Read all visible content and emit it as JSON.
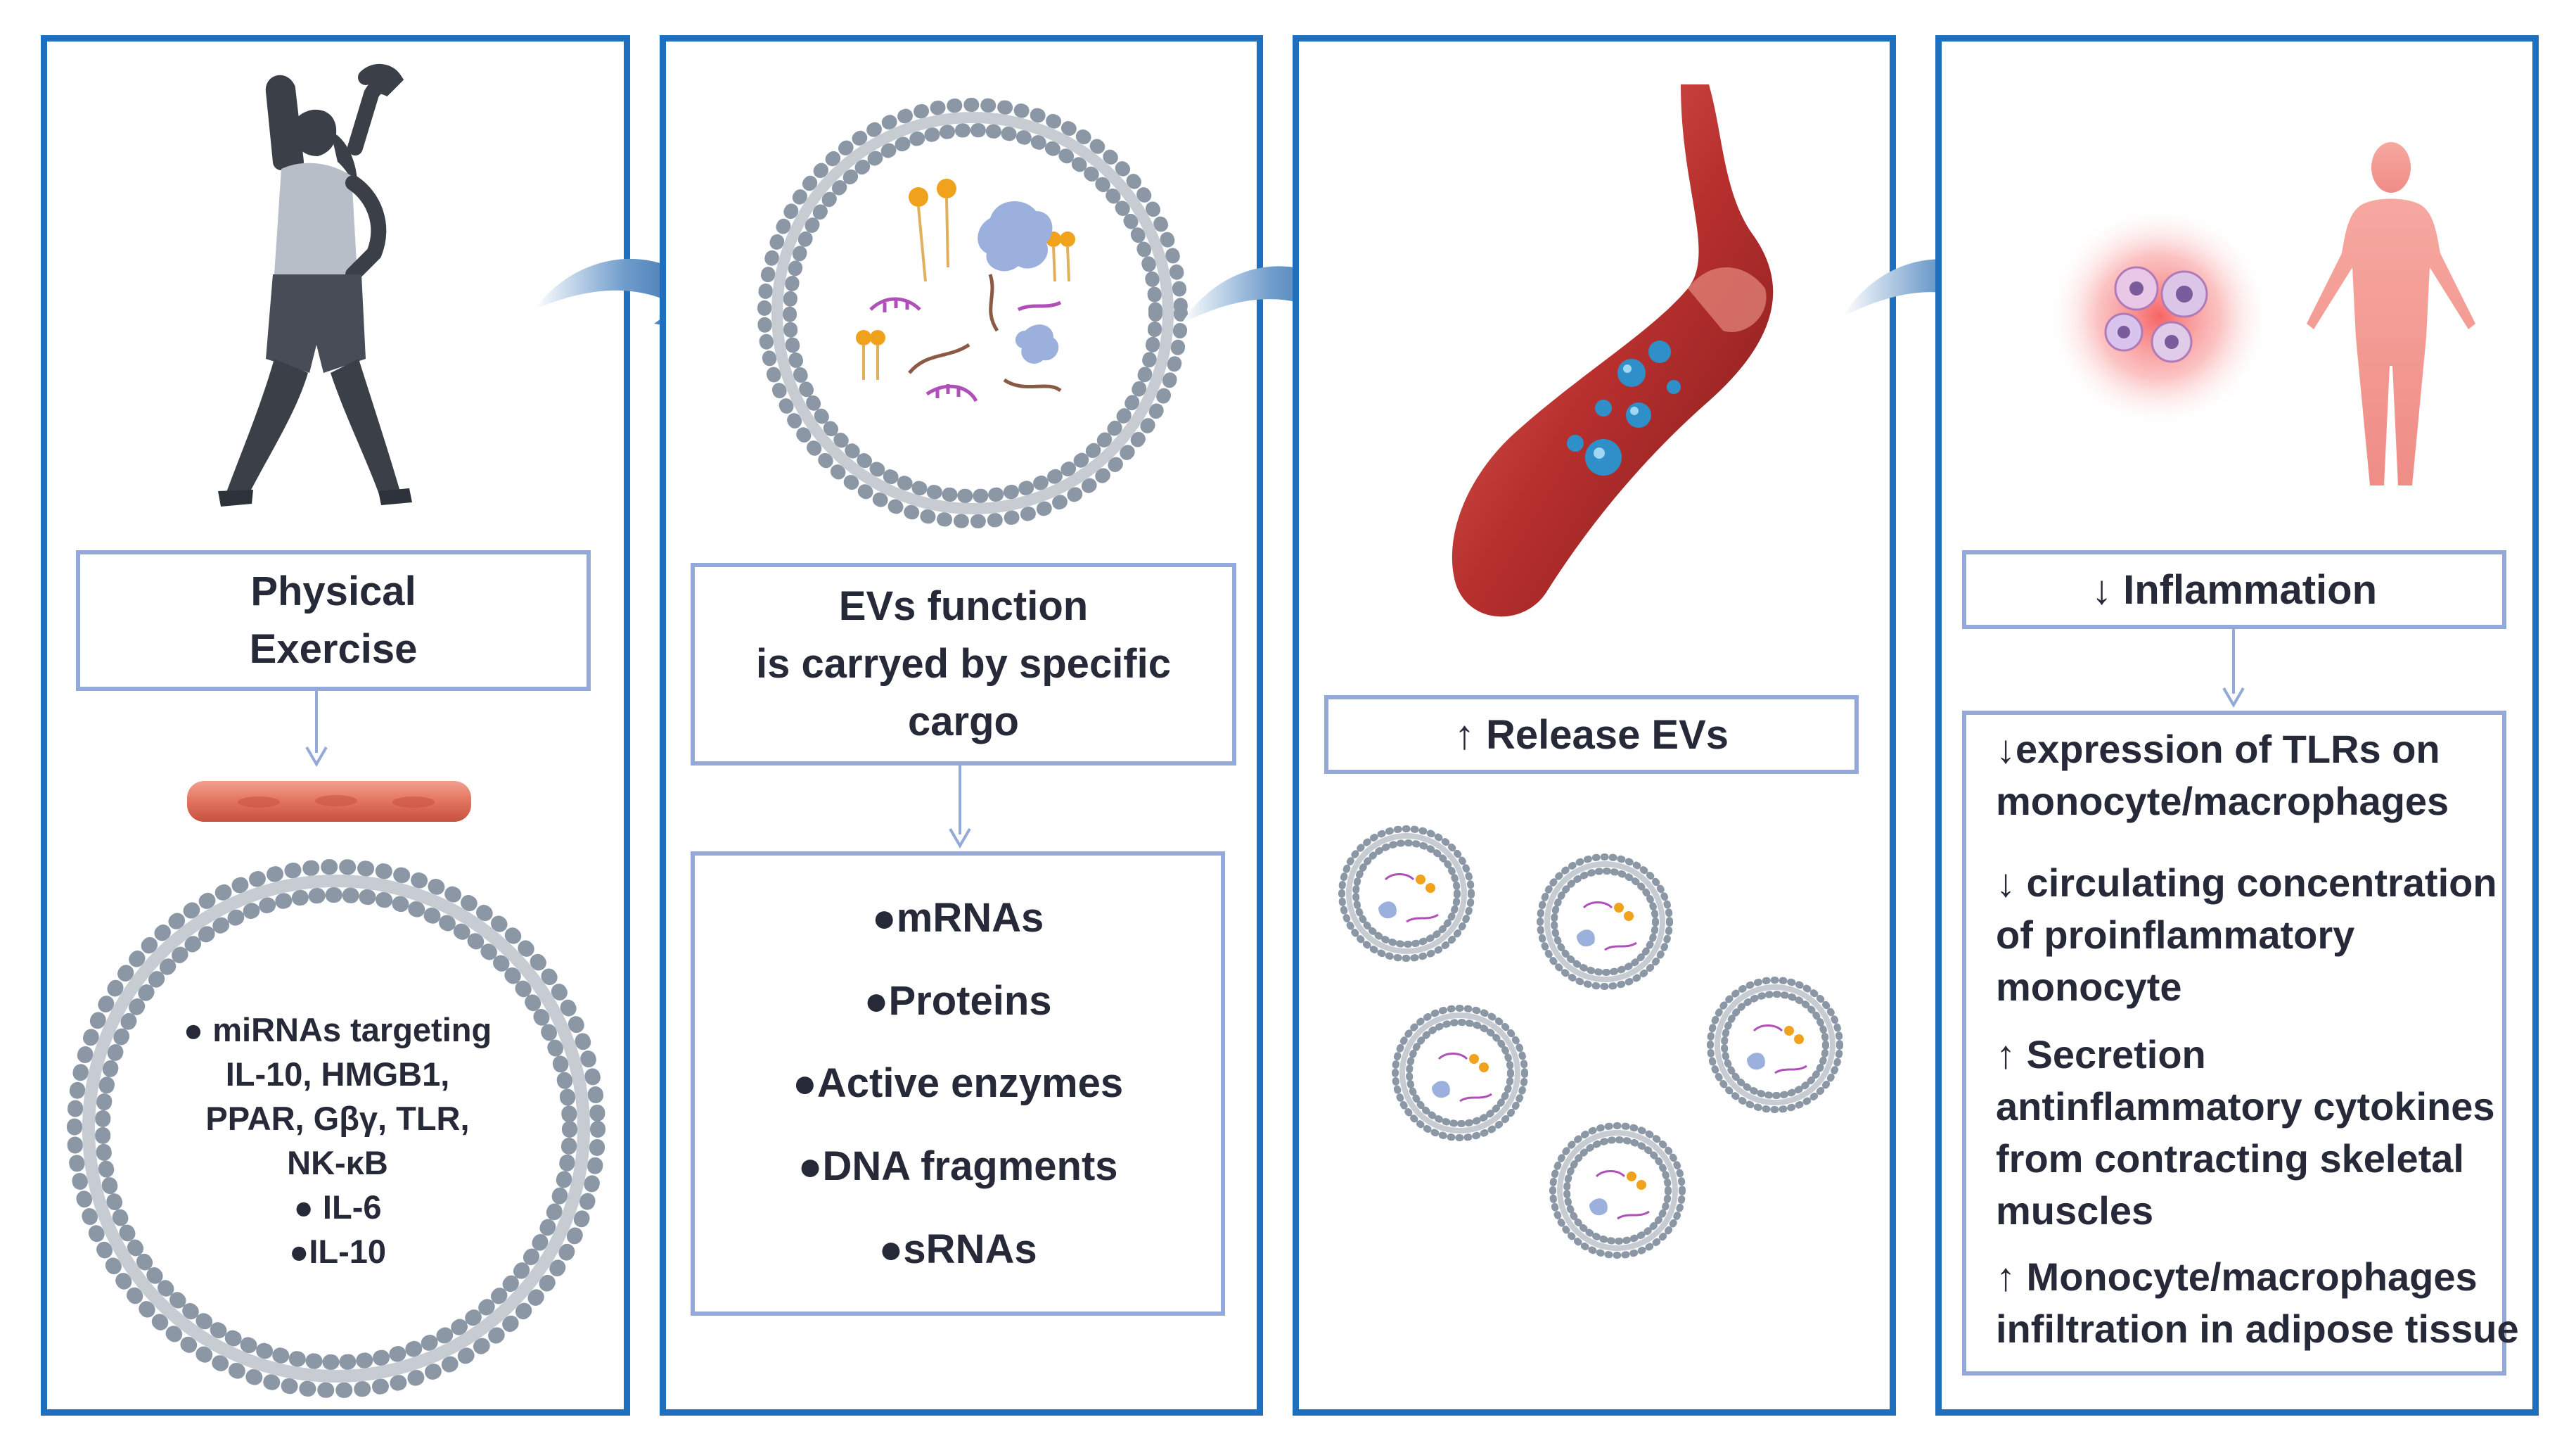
{
  "panel1": {
    "title_line1": "Physical",
    "title_line2": "Exercise",
    "vesicle_text": [
      "● miRNAs targeting",
      "IL-10, HMGB1,",
      "PPAR, Gβγ, TLR,",
      "NK-κB",
      "● IL-6",
      "●IL-10"
    ]
  },
  "panel2": {
    "title_lines": [
      "EVs function",
      "is carryed by specific",
      "cargo"
    ],
    "cargo": [
      "●mRNAs",
      "●Proteins",
      "●Active enzymes",
      "●DNA fragments",
      "●sRNAs"
    ]
  },
  "panel3": {
    "release": "↑ Release EVs"
  },
  "panel4": {
    "title": "↓ Inflammation",
    "effects": [
      [
        "↓expression of TLRs on",
        "monocyte/macrophages"
      ],
      [
        "↓ circulating concentration",
        "of proinflammatory",
        "monocyte"
      ],
      [
        "↑ Secretion",
        "antinflammatory cytokines",
        "from contracting skeletal",
        "muscles"
      ],
      [
        "↑ Monocyte/macrophages",
        "infiltration in adipose tissue"
      ]
    ]
  },
  "colors": {
    "panel_border": "#1f6fbf",
    "box_border": "#94a9d8",
    "arrow": "#1c5a9e",
    "vessel": "#b8302e",
    "text": "#262a38"
  }
}
